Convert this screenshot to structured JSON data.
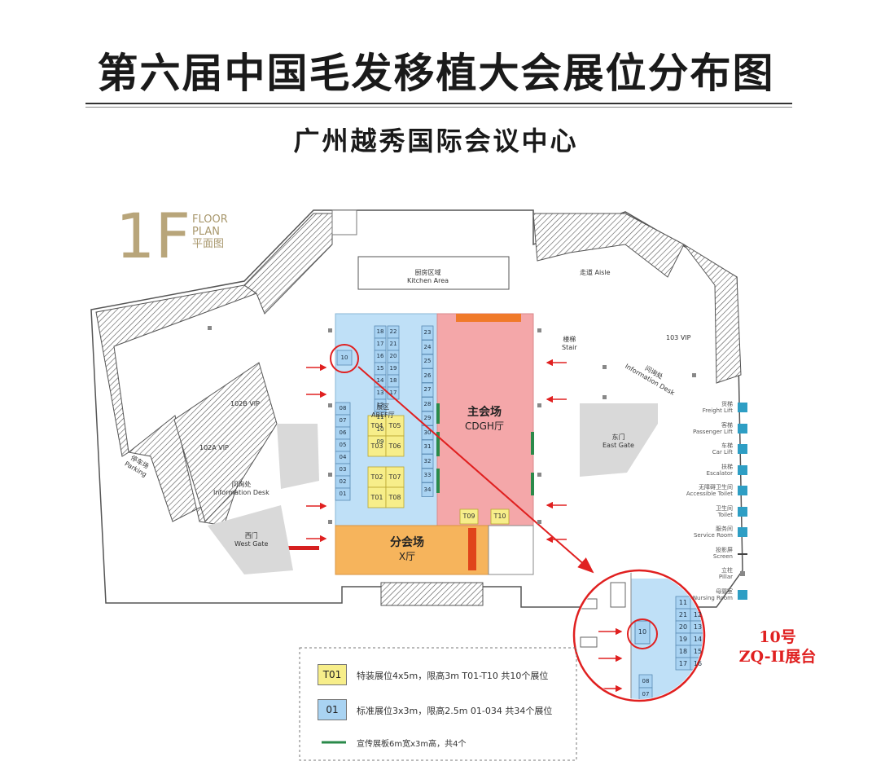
{
  "header": {
    "title": "第六届中国毛发移植大会展位分布图",
    "subtitle": "广州越秀国际会议中心"
  },
  "floor": {
    "number": "1F",
    "line1": "FLOOR",
    "line2": "PLAN",
    "line3": "平面图"
  },
  "rooms": {
    "kitchen": "厨房区域",
    "kitchen_en": "Kitchen Area",
    "main_hall": "主会场",
    "main_hall_en": "CDGH厅",
    "exhibition": "展区",
    "exhibition_en": "ABEF厅",
    "sub_hall": "分会场",
    "sub_hall_en": "X厅",
    "west_gate": "西门",
    "west_gate_en": "West Gate",
    "east_gate": "东门",
    "east_gate_en": "East Gate",
    "vip_102b": "102B VIP",
    "vip_102a": "102A VIP",
    "vip_103": "103 VIP",
    "aisle": "走道 Aisle",
    "stair": "楼梯",
    "stair_en": "Stair",
    "info_desk": "问询处",
    "info_desk_en": "Information Desk",
    "info_desk_w": "问询处",
    "info_desk_w_en": "Information Desk",
    "parking": "停车场",
    "parking_en": "Parking"
  },
  "booths": {
    "left_column": [
      "08",
      "07",
      "06",
      "05",
      "04",
      "03",
      "02",
      "01"
    ],
    "col2": [
      "18",
      "17",
      "16",
      "15",
      "14",
      "13",
      "12",
      "11",
      "10",
      "09"
    ],
    "col3": [
      "22",
      "21",
      "20",
      "19",
      "18",
      "17"
    ],
    "col4": [
      "23",
      "24",
      "25",
      "26",
      "27",
      "28",
      "29",
      "30",
      "31",
      "32",
      "33",
      "34"
    ],
    "top_single": "10",
    "special": [
      "T04",
      "T05",
      "T03",
      "T06",
      "T02",
      "T07",
      "T01",
      "T08",
      "T09",
      "T10"
    ]
  },
  "inset": {
    "booths_right": [
      "11",
      "21",
      "12",
      "20",
      "13",
      "19",
      "14",
      "18",
      "15",
      "17",
      "16"
    ],
    "booth_circled": "10",
    "booth_low": [
      "08",
      "07"
    ],
    "label": "10号",
    "label2": "ZQ-II展台"
  },
  "legend": {
    "special_swatch": "T01",
    "special_text": "特装展位4x5m，限高3m   T01-T10   共10个展位",
    "standard_swatch": "01",
    "standard_text": "标准展位3x3m，限高2.5m   01-034  共34个展位",
    "panel_text": "宣传展板6m宽x3m高，共4个",
    "colors": {
      "special": "#f7ee8a",
      "standard": "#a9d3f2",
      "panel": "#2a8a4a",
      "main_hall": "#f4a7a9",
      "sub_hall": "#f6b45c",
      "exhibit": "#bfe0f7",
      "arrow": "#e02020"
    }
  },
  "map_key": [
    {
      "zh": "货梯",
      "en": "Freight Lift",
      "icon": "freight-lift-icon"
    },
    {
      "zh": "客梯",
      "en": "Passenger Lift",
      "icon": "passenger-lift-icon"
    },
    {
      "zh": "车梯",
      "en": "Car Lift",
      "icon": "car-lift-icon"
    },
    {
      "zh": "扶梯",
      "en": "Escalator",
      "icon": "escalator-icon"
    },
    {
      "zh": "无障碍卫生间",
      "en": "Accessible Toilet",
      "icon": "accessible-toilet-icon"
    },
    {
      "zh": "卫生间",
      "en": "Toilet",
      "icon": "toilet-icon"
    },
    {
      "zh": "服务间",
      "en": "Service Room",
      "icon": "service-room-icon"
    },
    {
      "zh": "投影屏",
      "en": "Screen",
      "icon": "screen-icon"
    },
    {
      "zh": "立柱",
      "en": "Pillar",
      "icon": "pillar-icon"
    },
    {
      "zh": "母婴室",
      "en": "Nursing Room",
      "icon": "nursing-room-icon"
    }
  ]
}
